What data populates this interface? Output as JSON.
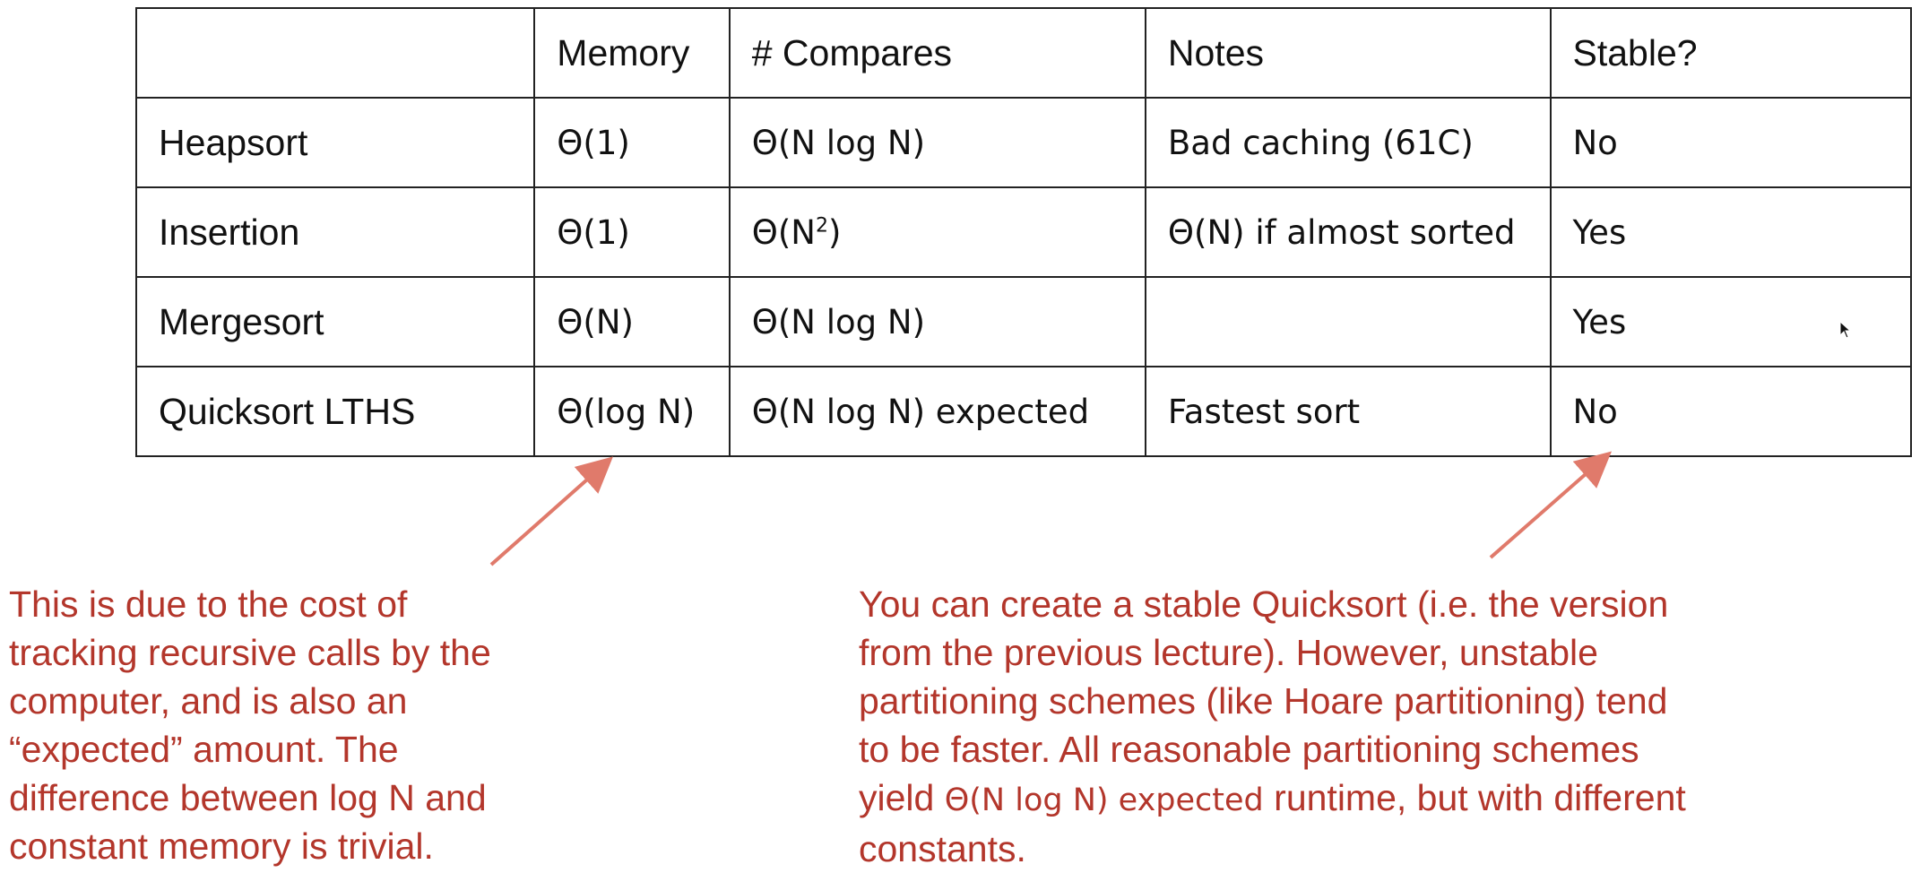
{
  "table": {
    "headers": [
      "",
      "Memory",
      "# Compares",
      "Notes",
      "Stable?"
    ],
    "rows": [
      {
        "name": "Heapsort",
        "memory": "Θ(1)",
        "compares": "Θ(N log N)",
        "compares_sup": "",
        "compares_tail": "",
        "notes": "Bad caching (61C)",
        "stable": "No"
      },
      {
        "name": "Insertion",
        "memory": "Θ(1)",
        "compares": "Θ(N",
        "compares_sup": "2",
        "compares_tail": ")",
        "notes": "Θ(N) if almost sorted",
        "stable": "Yes"
      },
      {
        "name": "Mergesort",
        "memory": "Θ(N)",
        "compares": "Θ(N log N)",
        "compares_sup": "",
        "compares_tail": "",
        "notes": "",
        "stable": "Yes"
      },
      {
        "name": "Quicksort LTHS",
        "memory": "Θ(log N)",
        "compares": "Θ(N log N) expected",
        "compares_sup": "",
        "compares_tail": "",
        "notes": "Fastest sort",
        "stable": "No"
      }
    ]
  },
  "annotations": {
    "left": [
      "This is due to the cost of",
      "tracking recursive calls by the",
      "computer, and is also an",
      "“expected” amount. The",
      "difference between log N and",
      "constant memory is trivial."
    ],
    "right": {
      "line1": "You can create a stable Quicksort (i.e. the version",
      "line2": "from the previous lecture). However, unstable",
      "line3": "partitioning schemes (like Hoare partitioning) tend",
      "line4": "to be faster. All reasonable partitioning schemes",
      "line5_pre": "yield ",
      "line5_theta": "Θ(N log N) expected",
      "line5_post": " runtime, but with different",
      "line6": "constants."
    }
  },
  "colors": {
    "annotation_text": "#b3362b",
    "arrow": "#e07a6b",
    "border": "#222222"
  },
  "icons": {
    "cursor": "mouse-pointer-icon"
  }
}
